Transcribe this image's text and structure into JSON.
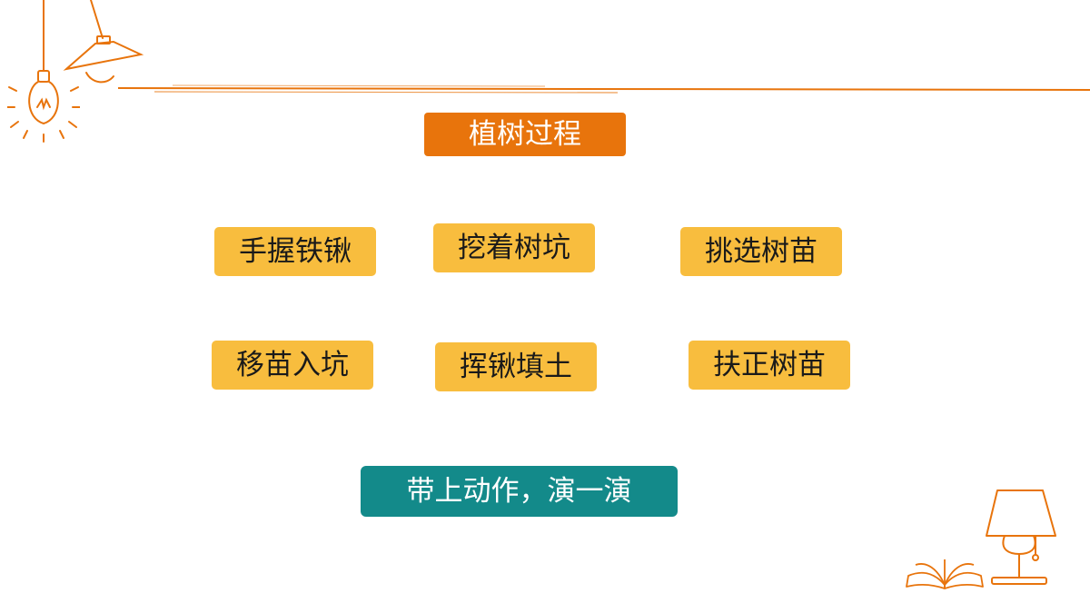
{
  "title": "植树过程",
  "steps": [
    "手握铁锹",
    "挖着树坑",
    "挑选树苗",
    "移苗入坑",
    "挥锹填土",
    "扶正树苗"
  ],
  "action_button": "带上动作，演一演",
  "colors": {
    "title_bg": "#e8740c",
    "step_bg": "#f8bd3e",
    "action_bg": "#138a8a",
    "line": "#e8740c"
  },
  "icons": [
    "light-bulb-icon",
    "hanging-lamp-icon",
    "open-book-icon",
    "table-lamp-icon"
  ]
}
